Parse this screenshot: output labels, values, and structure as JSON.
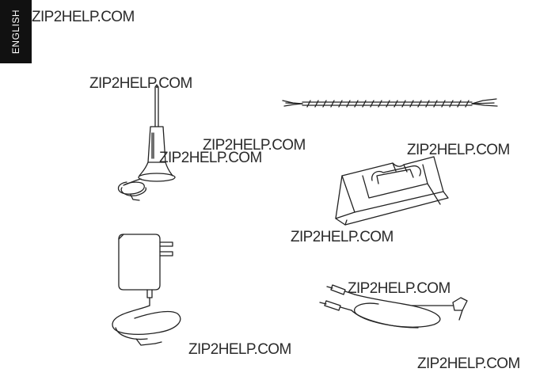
{
  "language_tab": "ENGLISH",
  "watermarks": [
    "ZIP2HELP.COM",
    "ZIP2HELP.COM",
    "ZIP2HELP.COM",
    "ZIP2HELP.COM",
    "ZIP2HELP.COM",
    "ZIP2HELP.COM",
    "ZIP2HELP.COM",
    "ZIP2HELP.COM",
    "ZIP2HELP.COM"
  ],
  "colors": {
    "tab_background": "#111111",
    "tab_text": "#ffffff",
    "line_art": "#222222"
  },
  "illustrations": [
    "antenna-with-base",
    "speaker-wire",
    "mounting-stand",
    "ac-power-adapter",
    "audio-cable"
  ]
}
